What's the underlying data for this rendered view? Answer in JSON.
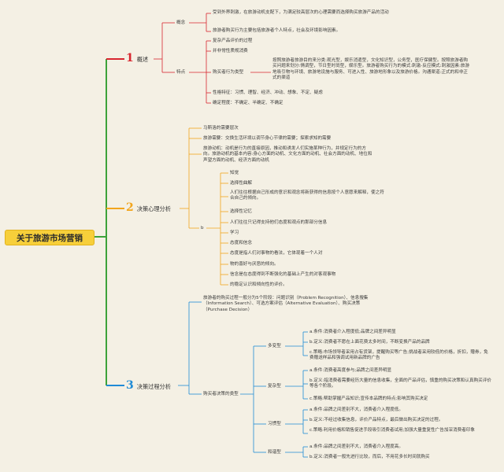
{
  "root": "关于旅游市场营销",
  "s1": {
    "number": "1",
    "title": "概述",
    "concept": {
      "label": "概念",
      "i1": "受到外界刺激，在旅游动机支配下，为满足较高层次的心理需要而选择购买旅游产品的活动",
      "i2": "旅游者购买行为主要包括旅游者个人特点，社会及环境影响因素。"
    },
    "features": {
      "label": "特点",
      "i1": "复杂产品评价的过程",
      "i2": "并非常性质规消费",
      "types": {
        "label": "购买者行为类型",
        "text": "按照旅游者旅游目的来分类:观光型，娱乐消遣型，文化知识型，公务型，医疗保健型。按照旅游者购买问题来划分:情调型，节日型时尚型，娱乐型。旅游者购买行为的模式:刺激-反应模式:刺激因素:旅游地吸引物与环境、旅游地设施与服务、可进入性、旅游地形象以及旅游价格。沟通渠道:正式的和非正式的渠道"
      },
      "i4": "性格特征：习惯、理智、经济、冲动、想象、不定、疑虑",
      "i5": "确定程度：不确定、半确定、不确定"
    }
  },
  "s2": {
    "number": "2",
    "title": "决策心理分析",
    "i1": "马斯洛的需要层次",
    "i2": "旅游需要：交换生活环境以调节身心节律的需要；探索求知的需要",
    "i3": "旅游动机：动机是行为的直接原因，推动和诱发人们实施某种行为，并规定行为的方向。旅游动机的基本内容:身心方面的动机、文化方面的动机、社会方面的动机、地位和声望方面的动机、经济方面的动机",
    "b": {
      "label": "b",
      "k1": "知觉",
      "k2": "选择性曲解",
      "k3": "人们往往根据自己形成的意识和观念将新获得的信息按个人意愿来解释，使之符合自己的倾向。",
      "k4": "选择性记忆",
      "k5": "人们往往只记得支持他们态度和观点的那部分信息",
      "k6": "学习",
      "k7": "态度和信念",
      "k8": "态度是指人们对事物的看法，它体现着一个人对",
      "k9": "物的喜好与厌恶的倾向。",
      "k10": "信念是在态度得到不断强化的基础上产生的对客观事物",
      "k11": "的稳定认识和倾向性的评价。"
    }
  },
  "s3": {
    "number": "3",
    "title": "决策过程分析",
    "intro": "旅游者的购买过程一般分为5个阶段：问题识别（Problem Recognition）、信息搜集（Information Search）、可选方案评估（Alternative Evaluation）、购买决策（Purchase Decision）",
    "types_label": "购买者决策的类型",
    "t1": {
      "label": "多变型",
      "a": "a.条件:消费者介入程度低;品牌之间差异明显",
      "b": "b.定义:消费者不愿在上面花费太多时间，不断变换产品的品牌",
      "c": "c.策略:市场领导者采用占有货架，提醒购买等广告;挑战者采用较低的价格，折扣，赠券，免费赠送样品和强调试用新品牌的广告"
    },
    "t2": {
      "label": "复杂型",
      "a": "a.条件:消费者高度参与;品牌之间差异明显",
      "b": "b.定义:指消费者需要经历大量的信息收集，全面的产品评估，慎重的购买决策和认真购买评价等各个阶段。",
      "c": "c.策略:帮助掌握产品知识;宣传本品牌的特点;影响其购买决定"
    },
    "t3": {
      "label": "习惯型",
      "a": "a.条件:品牌之间差别不大，消费者介入程度低。",
      "b": "b.定义:不经过收集信息，评价产品特点，最后做出购买决定的过程。",
      "c": "c.策略:利用价格和销售促进手段吸引消费者试用;加强大量重复性广告加深消费者印象"
    },
    "t4": {
      "label": "和谐型",
      "a": "a.条件:品牌之间差别不大，消费者介入程度高。",
      "b": "b.定义:消费者一般先进行比较，而后，不用花多长时间就购买"
    }
  },
  "colors": {
    "s1": "#d8262f",
    "s2": "#f2a51c",
    "s3": "#1f8bd6",
    "root_line": "#3da23a"
  }
}
